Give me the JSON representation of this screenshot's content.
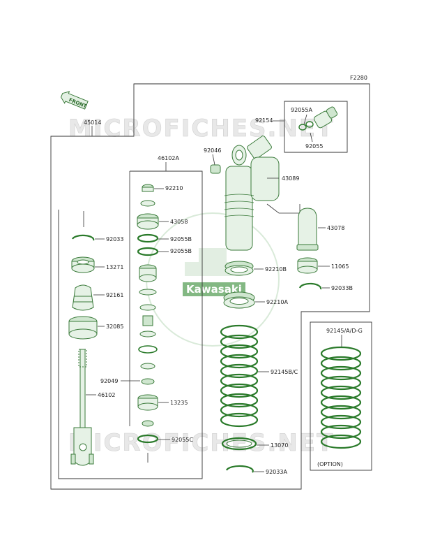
{
  "figure_code": "F2280",
  "front_arrow_label": "FRONT",
  "watermark": "MICROFICHES.NET",
  "brand_logo": "Kawasaki",
  "option_label": "(OPTION)",
  "part_labels": {
    "p45014": "45014",
    "p46102A": "46102A",
    "p92210": "92210",
    "p43058": "43058",
    "p92055B_1": "92055B",
    "p92055B_2": "92055B",
    "p92033": "92033",
    "p13271": "13271",
    "p92161": "92161",
    "p32085": "32085",
    "p92049": "92049",
    "p46102": "46102",
    "p13235": "13235",
    "p92055C": "92055C",
    "p92154": "92154",
    "p92055A": "92055A",
    "p92055": "92055",
    "p92046": "92046",
    "p43089": "43089",
    "p43078": "43078",
    "p92210B": "92210B",
    "p92210A": "92210A",
    "p11065": "11065",
    "p92033B": "92033B",
    "p92145BC": "92145B/C",
    "p13070": "13070",
    "p92033A": "92033A",
    "p92145ADG": "92145/A/D-G"
  },
  "colors": {
    "part_green": "#3a7a3a",
    "part_fill": "#e6f2e6",
    "line": "#333333"
  }
}
